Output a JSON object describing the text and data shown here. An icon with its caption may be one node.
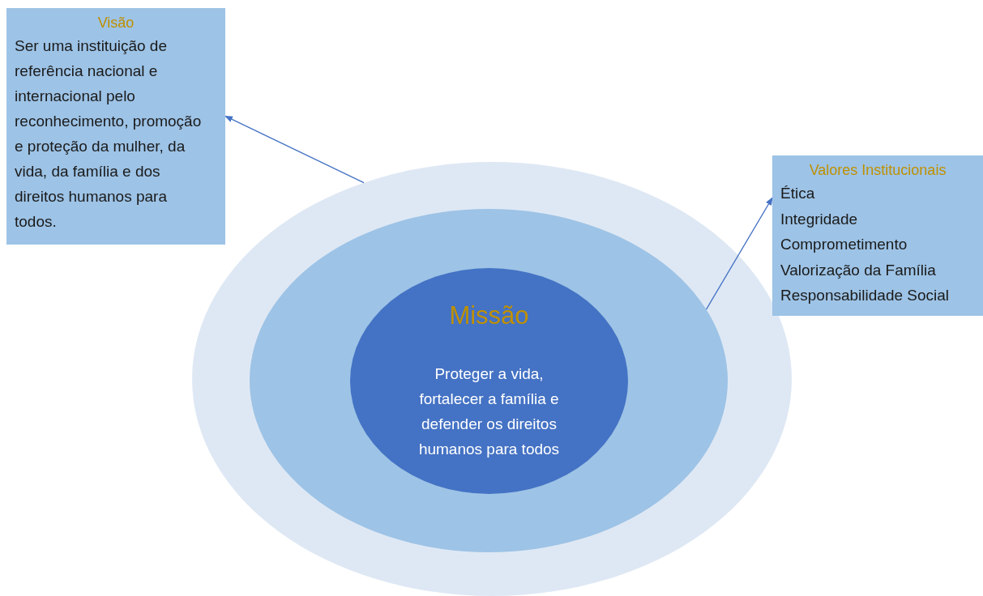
{
  "diagram": {
    "nodes": [
      {
        "text": [
          "Visão",
          "Ser uma instituição de referência nacional e internacional pelo reconhecimento, promoção e proteção da mulher, da vida, da família e dos direitos humanos para todos."
        ]
      },
      {
        "text": [
          "Valores Institucionais",
          "Ética",
          "Integridade",
          "Comprometimento",
          "Valorização da Família",
          "Responsabilidade Social"
        ]
      },
      {
        "text": [],
        "shape": "ellipse"
      },
      {
        "text": [],
        "shape": "ellipse",
        "in": 2
      },
      {
        "text": [
          "Missão",
          "Proteger a vida, fortalecer a família e defender os direitos humanos para todos"
        ],
        "in": 3
      }
    ],
    "edges": [
      {
        "from": 2,
        "to": 0,
        "arrow": "to"
      },
      {
        "from": 3,
        "to": 1,
        "arrow": "to"
      }
    ]
  }
}
